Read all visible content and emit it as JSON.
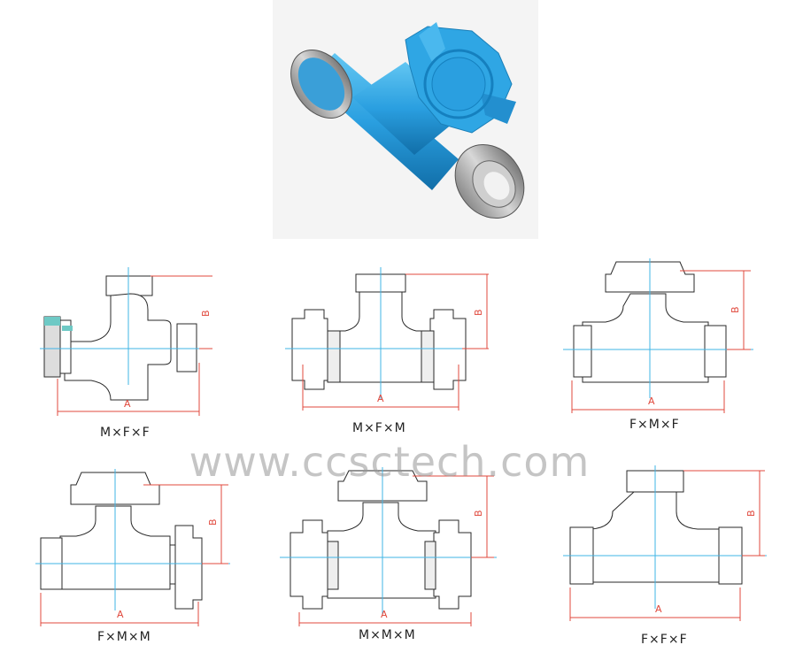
{
  "colors": {
    "dimension": "#e0483c",
    "centerline": "#3fb4e6",
    "outline": "#2a2a2a",
    "part_blue": "#2a9fe0",
    "watermark": "#9a9a9a"
  },
  "dimension_letters": {
    "a": "A",
    "b": "B"
  },
  "diagrams": [
    {
      "caption": "M×F×F"
    },
    {
      "caption": "M×F×M"
    },
    {
      "caption": "F×M×F"
    },
    {
      "caption": "F×M×M"
    },
    {
      "caption": "M×M×M"
    },
    {
      "caption": "F×F×F"
    }
  ],
  "watermark": "www.ccsctech.com"
}
